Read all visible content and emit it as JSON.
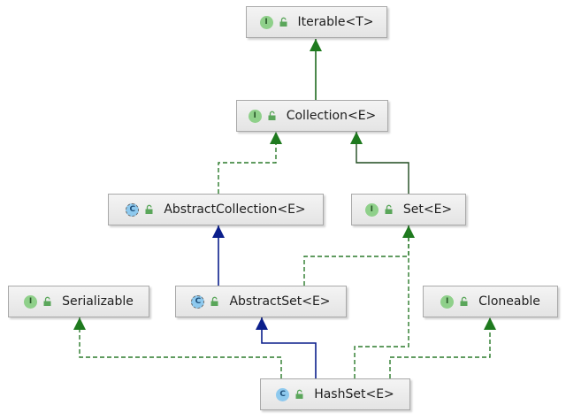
{
  "colors": {
    "interface_badge": "#8fd08a",
    "class_badge": "#8ec9ee",
    "realization_edge": "#2b7a2b",
    "extends_edge_green": "#1b6b1b",
    "extends_edge_blue": "#0b1f8c"
  },
  "nodes": {
    "iterable": {
      "label": "Iterable<T>",
      "badge": "I",
      "kind": "interface",
      "icon": "unlock-icon"
    },
    "collection": {
      "label": "Collection<E>",
      "badge": "I",
      "kind": "interface",
      "icon": "unlock-icon"
    },
    "abstract_collection": {
      "label": "AbstractCollection<E>",
      "badge": "C",
      "kind": "abstract-class",
      "icon": "unlock-icon"
    },
    "set": {
      "label": "Set<E>",
      "badge": "I",
      "kind": "interface",
      "icon": "unlock-icon"
    },
    "serializable": {
      "label": "Serializable",
      "badge": "I",
      "kind": "interface",
      "icon": "unlock-icon"
    },
    "abstract_set": {
      "label": "AbstractSet<E>",
      "badge": "C",
      "kind": "abstract-class",
      "icon": "unlock-icon"
    },
    "cloneable": {
      "label": "Cloneable",
      "badge": "I",
      "kind": "interface",
      "icon": "unlock-icon"
    },
    "hashset": {
      "label": "HashSet<E>",
      "badge": "C",
      "kind": "class",
      "icon": "unlock-icon"
    }
  },
  "edges": [
    {
      "from": "collection",
      "to": "iterable",
      "style": "solid",
      "color": "green"
    },
    {
      "from": "abstract_collection",
      "to": "collection",
      "style": "dashed",
      "color": "green"
    },
    {
      "from": "set",
      "to": "collection",
      "style": "solid",
      "color": "green"
    },
    {
      "from": "abstract_set",
      "to": "abstract_collection",
      "style": "solid",
      "color": "blue"
    },
    {
      "from": "abstract_set",
      "to": "set",
      "style": "dashed",
      "color": "green"
    },
    {
      "from": "hashset",
      "to": "abstract_set",
      "style": "solid",
      "color": "blue"
    },
    {
      "from": "hashset",
      "to": "serializable",
      "style": "dashed",
      "color": "green"
    },
    {
      "from": "hashset",
      "to": "set",
      "style": "dashed",
      "color": "green"
    },
    {
      "from": "hashset",
      "to": "cloneable",
      "style": "dashed",
      "color": "green"
    }
  ]
}
